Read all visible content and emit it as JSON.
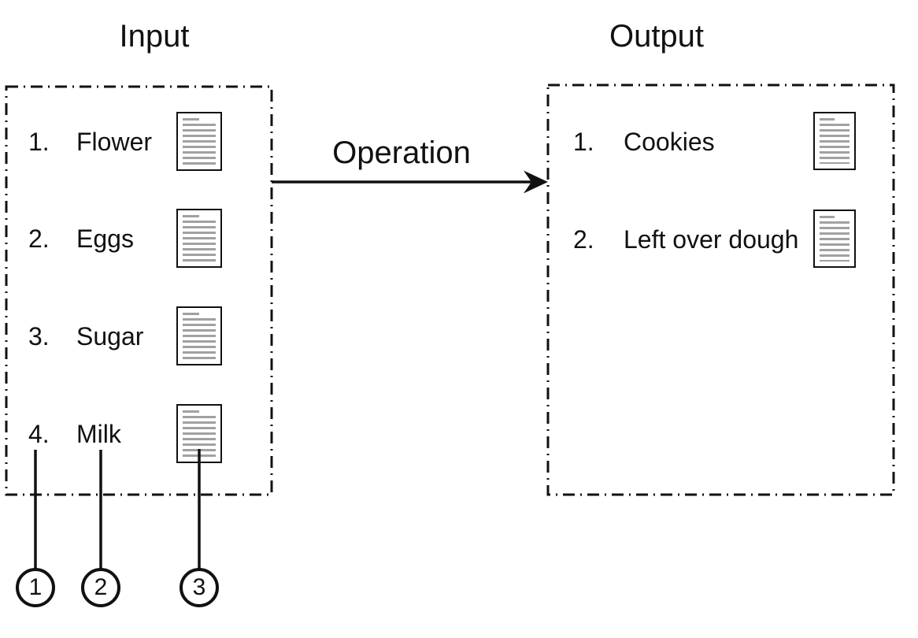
{
  "input_panel": {
    "title": "Input",
    "items": [
      {
        "number": "1.",
        "label": "Flower"
      },
      {
        "number": "2.",
        "label": "Eggs"
      },
      {
        "number": "3.",
        "label": "Sugar"
      },
      {
        "number": "4.",
        "label": "Milk"
      }
    ]
  },
  "output_panel": {
    "title": "Output",
    "items": [
      {
        "number": "1.",
        "label": "Cookies"
      },
      {
        "number": "2.",
        "label": "Left over dough"
      }
    ]
  },
  "operation": {
    "label": "Operation"
  },
  "callouts": [
    {
      "number": "1",
      "points_to": "item numbers column"
    },
    {
      "number": "2",
      "points_to": "item labels column"
    },
    {
      "number": "3",
      "points_to": "document icons column"
    }
  ],
  "colors": {
    "ink": "#111111",
    "document_line_gray": "#a1a1a1",
    "background": "#ffffff"
  }
}
